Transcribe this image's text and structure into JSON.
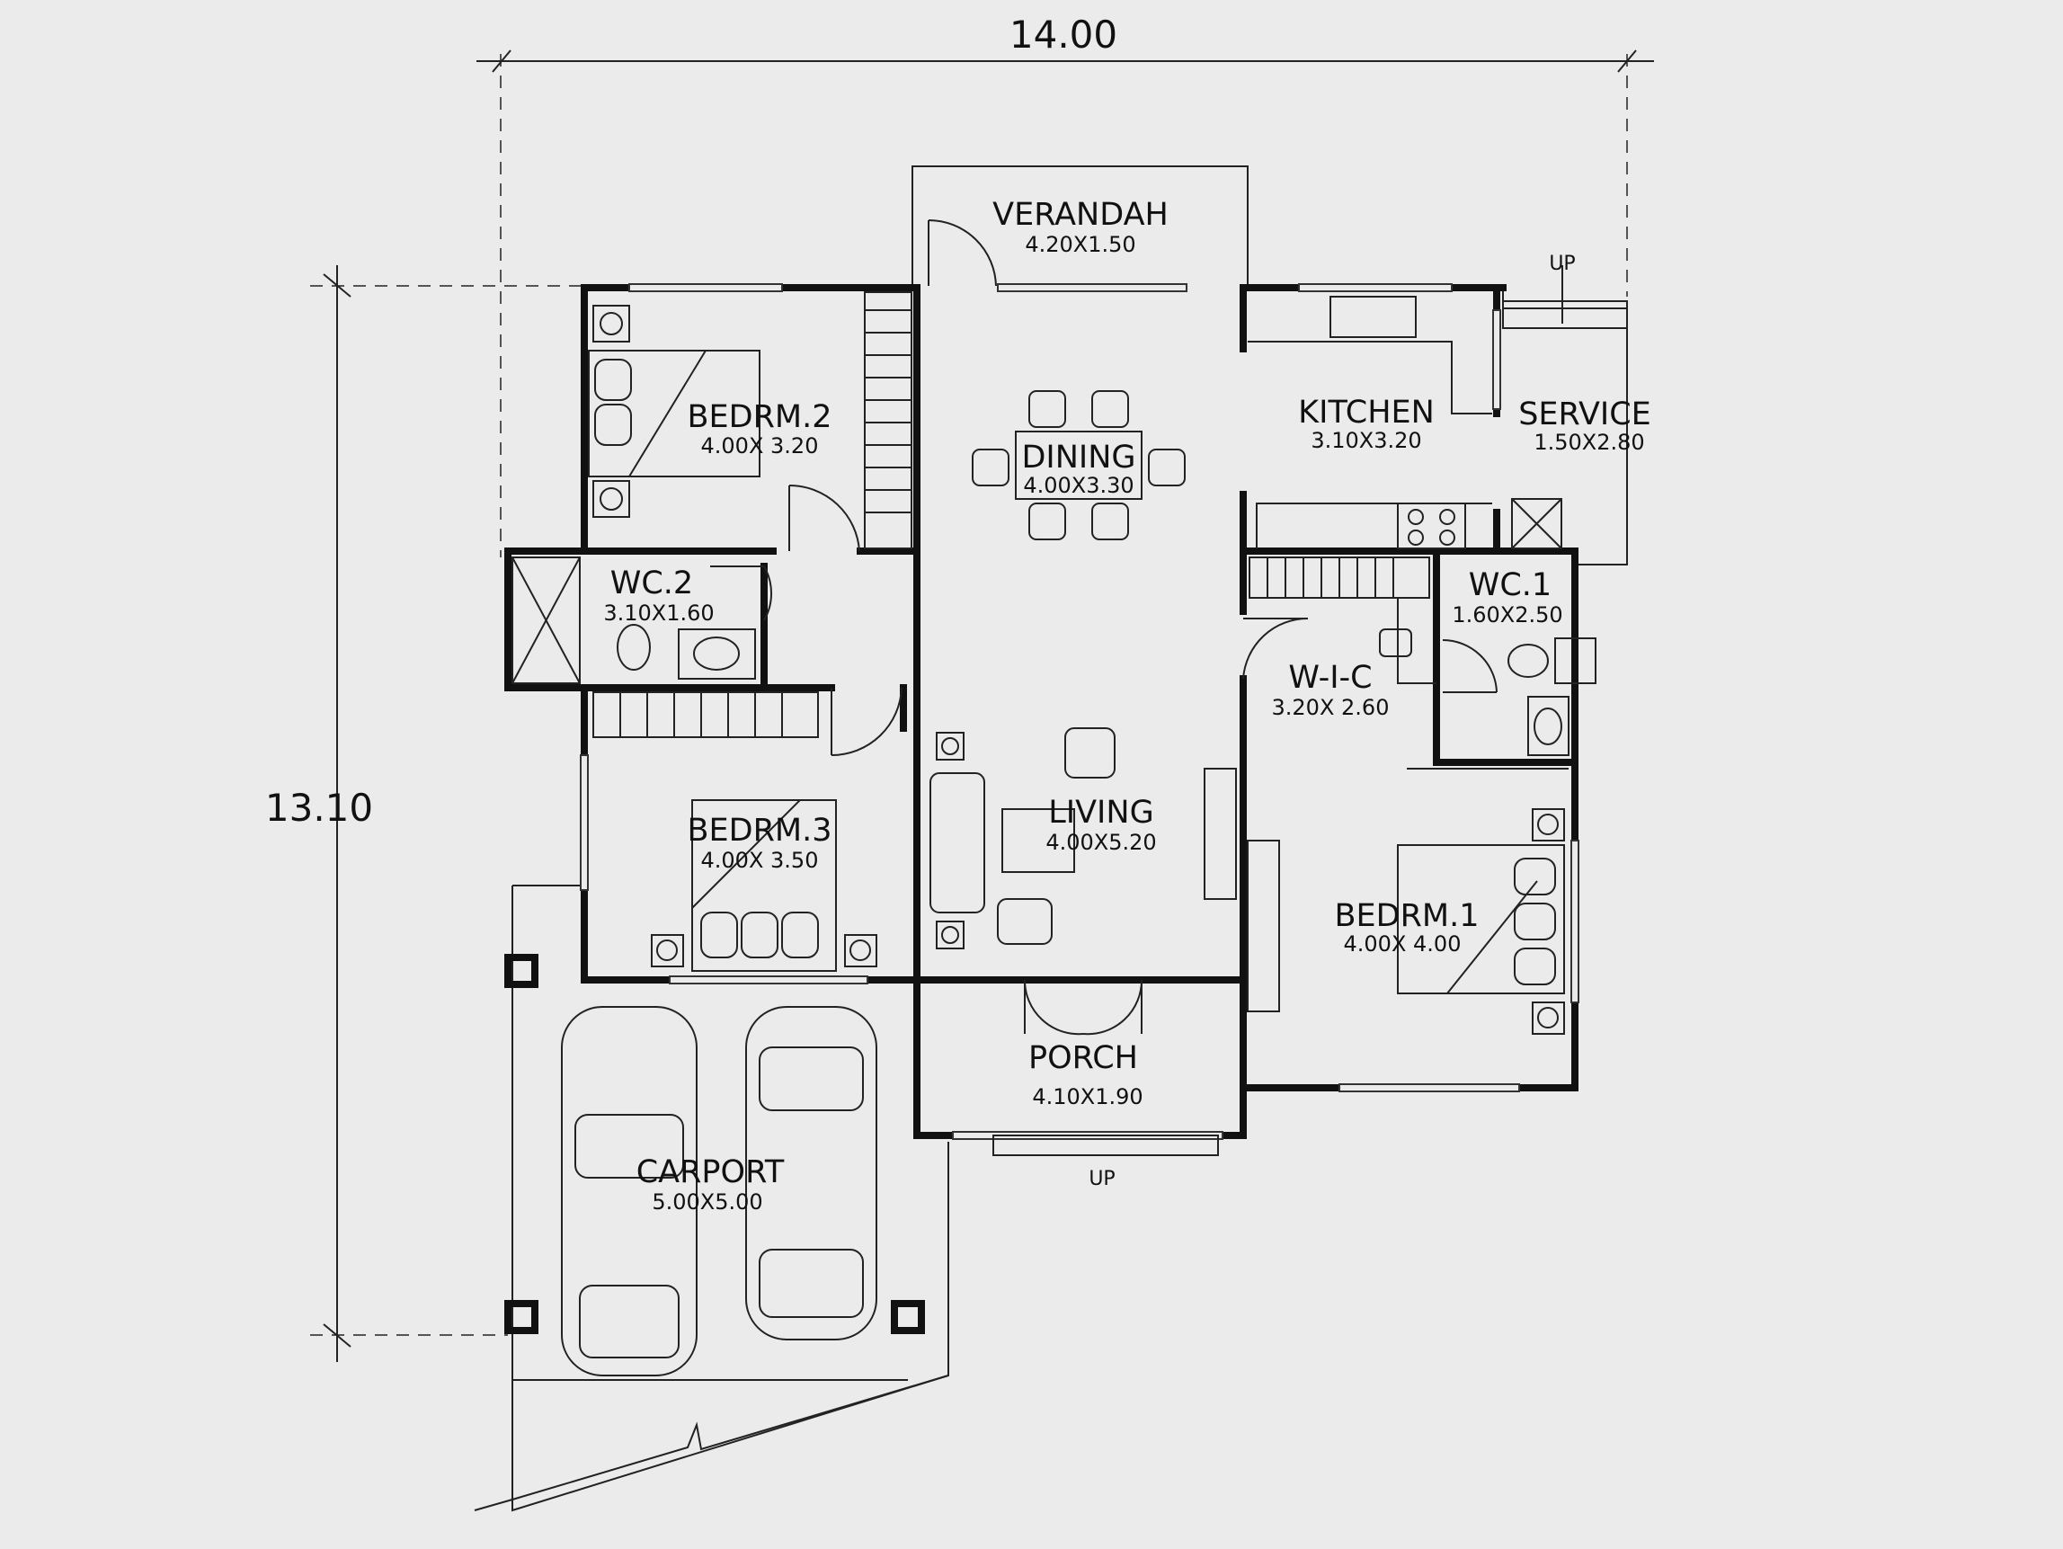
{
  "dimensions": {
    "width": "14.00",
    "depth": "13.10"
  },
  "rooms": {
    "verandah": {
      "name": "VERANDAH",
      "size": "4.20X1.50"
    },
    "bedroom2": {
      "name": "BEDRM.2",
      "size": "4.00X 3.20"
    },
    "dining": {
      "name": "DINING",
      "size": "4.00X3.30"
    },
    "kitchen": {
      "name": "KITCHEN",
      "size": "3.10X3.20"
    },
    "service": {
      "name": "SERVICE",
      "size": "1.50X2.80"
    },
    "wc2": {
      "name": "WC.2",
      "size": "3.10X1.60"
    },
    "wc1": {
      "name": "WC.1",
      "size": "1.60X2.50"
    },
    "wic": {
      "name": "W-I-C",
      "size": "3.20X 2.60"
    },
    "bedroom3": {
      "name": "BEDRM.3",
      "size": "4.00X 3.50"
    },
    "living": {
      "name": "LIVING",
      "size": "4.00X5.20"
    },
    "bedroom1": {
      "name": "BEDRM.1",
      "size": "4.00X 4.00"
    },
    "porch": {
      "name": "PORCH",
      "size": "4.10X1.90"
    },
    "carport": {
      "name": "CARPORT",
      "size": "5.00X5.00"
    }
  },
  "stairs": {
    "service_up": "UP",
    "porch_up": "UP"
  }
}
